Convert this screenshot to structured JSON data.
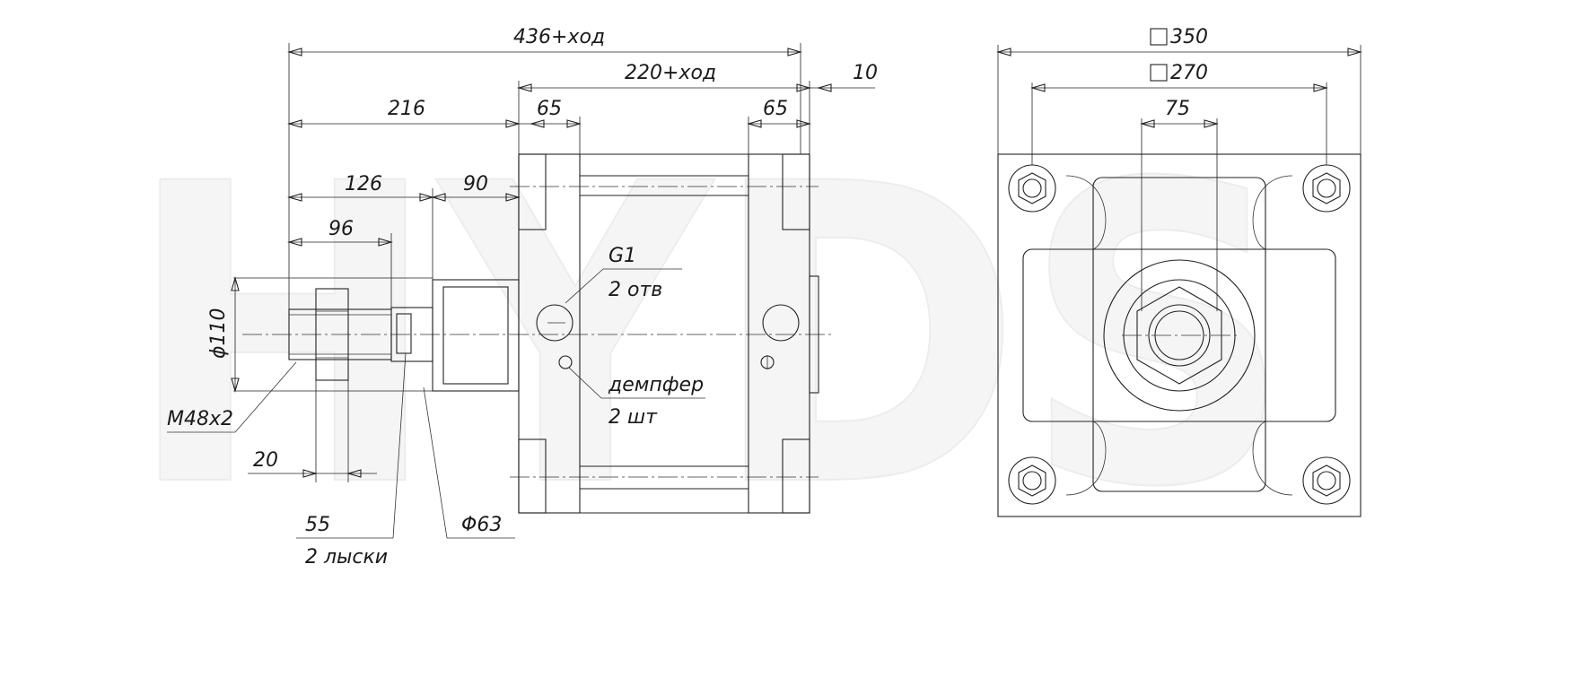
{
  "watermark": "HYDS",
  "side_view": {
    "dims": {
      "overall_length": "436+ход",
      "body_length": "220+ход",
      "front_gap": "10",
      "rod_extension": "216",
      "flange_front": "65",
      "flange_rear": "65",
      "rod_to_collar": "126",
      "collar": "90",
      "thread_length": "96",
      "rod_diameter": "ϕ110",
      "nut_width": "20"
    },
    "callouts": {
      "port_size": "G1",
      "port_count": "2 отв",
      "damper": "демпфер",
      "damper_count": "2 шт",
      "thread": "M48x2",
      "flats_size": "55",
      "flats_count": "2 лыски",
      "collar_diameter": "Φ63"
    }
  },
  "front_view": {
    "dims": {
      "outer_square": "350",
      "bolt_square": "270",
      "center_bore": "75"
    }
  },
  "colors": {
    "line": "#222222",
    "watermark": "#ececec"
  }
}
